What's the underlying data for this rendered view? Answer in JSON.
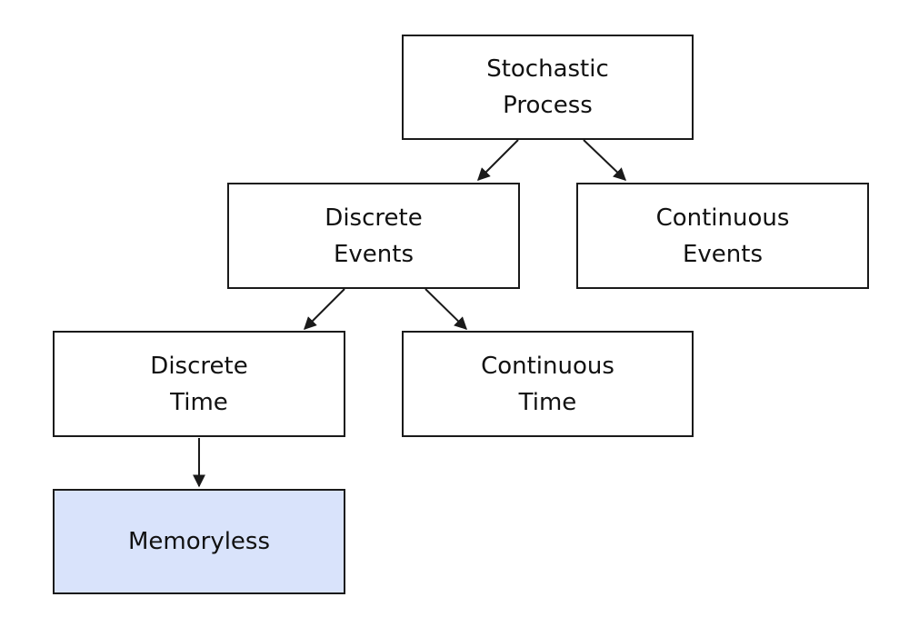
{
  "nodes": {
    "stochastic_process": {
      "line1": "Stochastic",
      "line2": "Process"
    },
    "discrete_events": {
      "line1": "Discrete",
      "line2": "Events"
    },
    "continuous_events": {
      "line1": "Continuous",
      "line2": "Events"
    },
    "discrete_time": {
      "line1": "Discrete",
      "line2": "Time"
    },
    "continuous_time": {
      "line1": "Continuous",
      "line2": "Time"
    },
    "memoryless": {
      "label": "Memoryless"
    }
  },
  "colors": {
    "highlight_fill": "#d9e3fb",
    "stroke": "#1a1a1a"
  }
}
